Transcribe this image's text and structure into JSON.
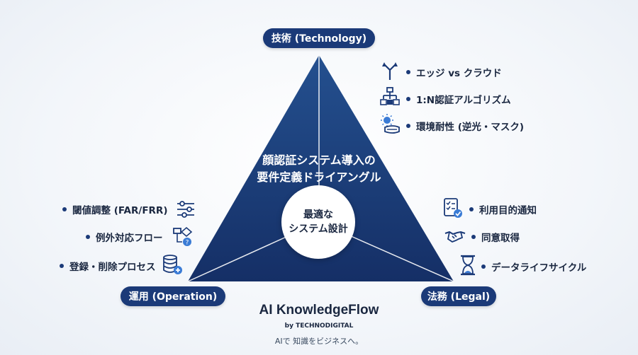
{
  "center": {
    "title_line1": "顔認証システム導入の",
    "title_line2": "要件定義ドライアングル",
    "core_line1": "最適な",
    "core_line2": "システム設計"
  },
  "vertices": {
    "technology": "技術 (Technology)",
    "operation": "運用 (Operation)",
    "legal": "法務 (Legal)"
  },
  "technology_items": [
    {
      "label": "エッジ vs クラウド",
      "icon": "fork-arrow-icon"
    },
    {
      "label": "1:N認証アルゴリズム",
      "icon": "network-tree-icon"
    },
    {
      "label": "環境耐性 (逆光・マスク)",
      "icon": "sun-mask-icon"
    }
  ],
  "operation_items": [
    {
      "label": "閾値調整 (FAR/FRR)",
      "icon": "sliders-icon"
    },
    {
      "label": "例外対応フロー",
      "icon": "flowchart-icon"
    },
    {
      "label": "登録・削除プロセス",
      "icon": "database-icon"
    }
  ],
  "legal_items": [
    {
      "label": "利用目的通知",
      "icon": "checklist-icon"
    },
    {
      "label": "同意取得",
      "icon": "handshake-icon"
    },
    {
      "label": "データライフサイクル",
      "icon": "hourglass-icon"
    }
  ],
  "brand": {
    "name": "AI KnowledgeFlow",
    "by": "by TECHNODIGITAL",
    "tagline": "AIで 知識をビジネスへ。"
  },
  "colors": {
    "primary": "#1b3a78",
    "triangle_dark": "#152f66",
    "triangle_light": "#24508f"
  }
}
